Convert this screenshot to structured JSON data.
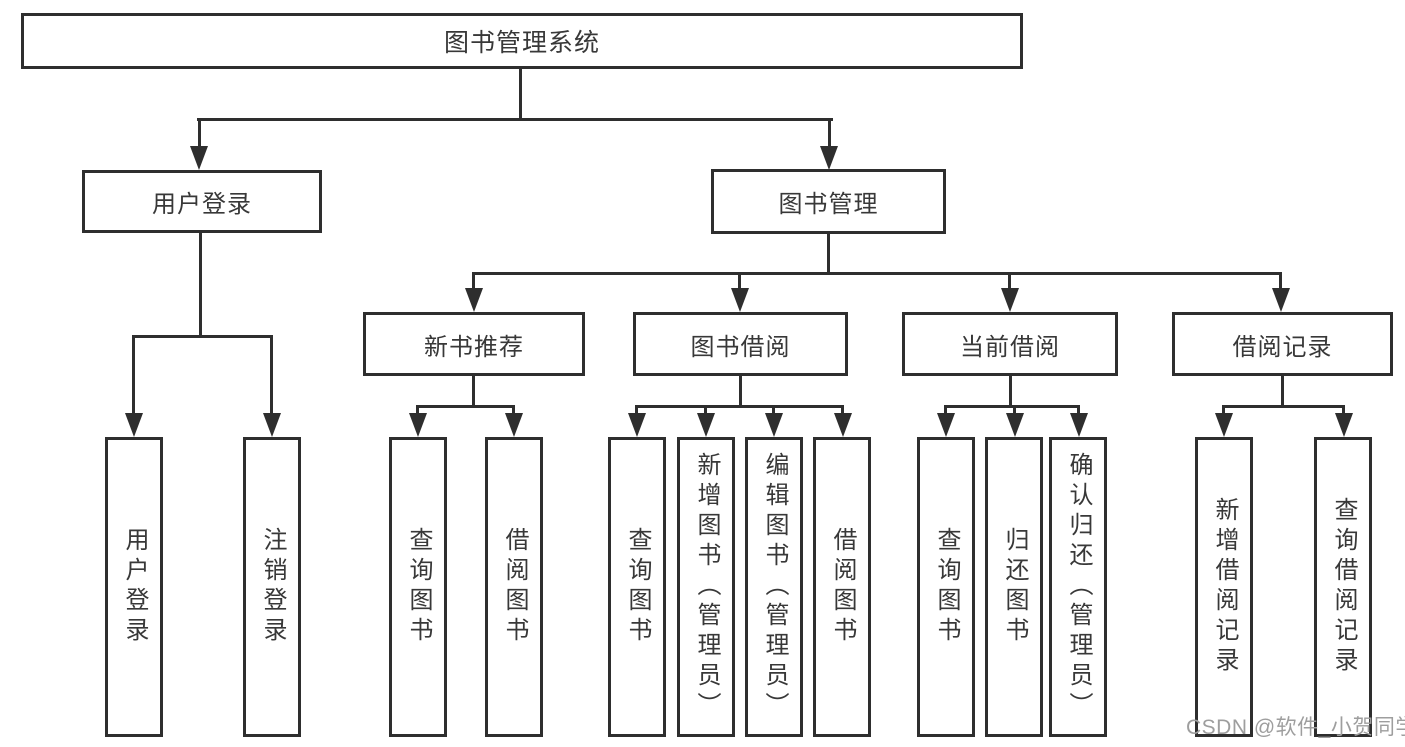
{
  "diagram": {
    "root": "图书管理系统",
    "branches": {
      "user_login": "用户登录",
      "book_management": "图书管理"
    },
    "modules": [
      "新书推荐",
      "图书借阅",
      "当前借阅",
      "借阅记录"
    ],
    "leaves": [
      "用户登录",
      "注销登录",
      "查询图书",
      "借阅图书",
      "查询图书",
      "新增图书（管理员）",
      "编辑图书（管理员）",
      "借阅图书",
      "查询图书",
      "归还图书",
      "确认归还（管理员）",
      "新增借阅记录",
      "查询借阅记录"
    ]
  },
  "watermark": "CSDN @软件_小贺同学",
  "colors": {
    "line": "#2e2e2e",
    "text": "#383838",
    "watermark": "#9e9e9e",
    "background": "#ffffff"
  }
}
